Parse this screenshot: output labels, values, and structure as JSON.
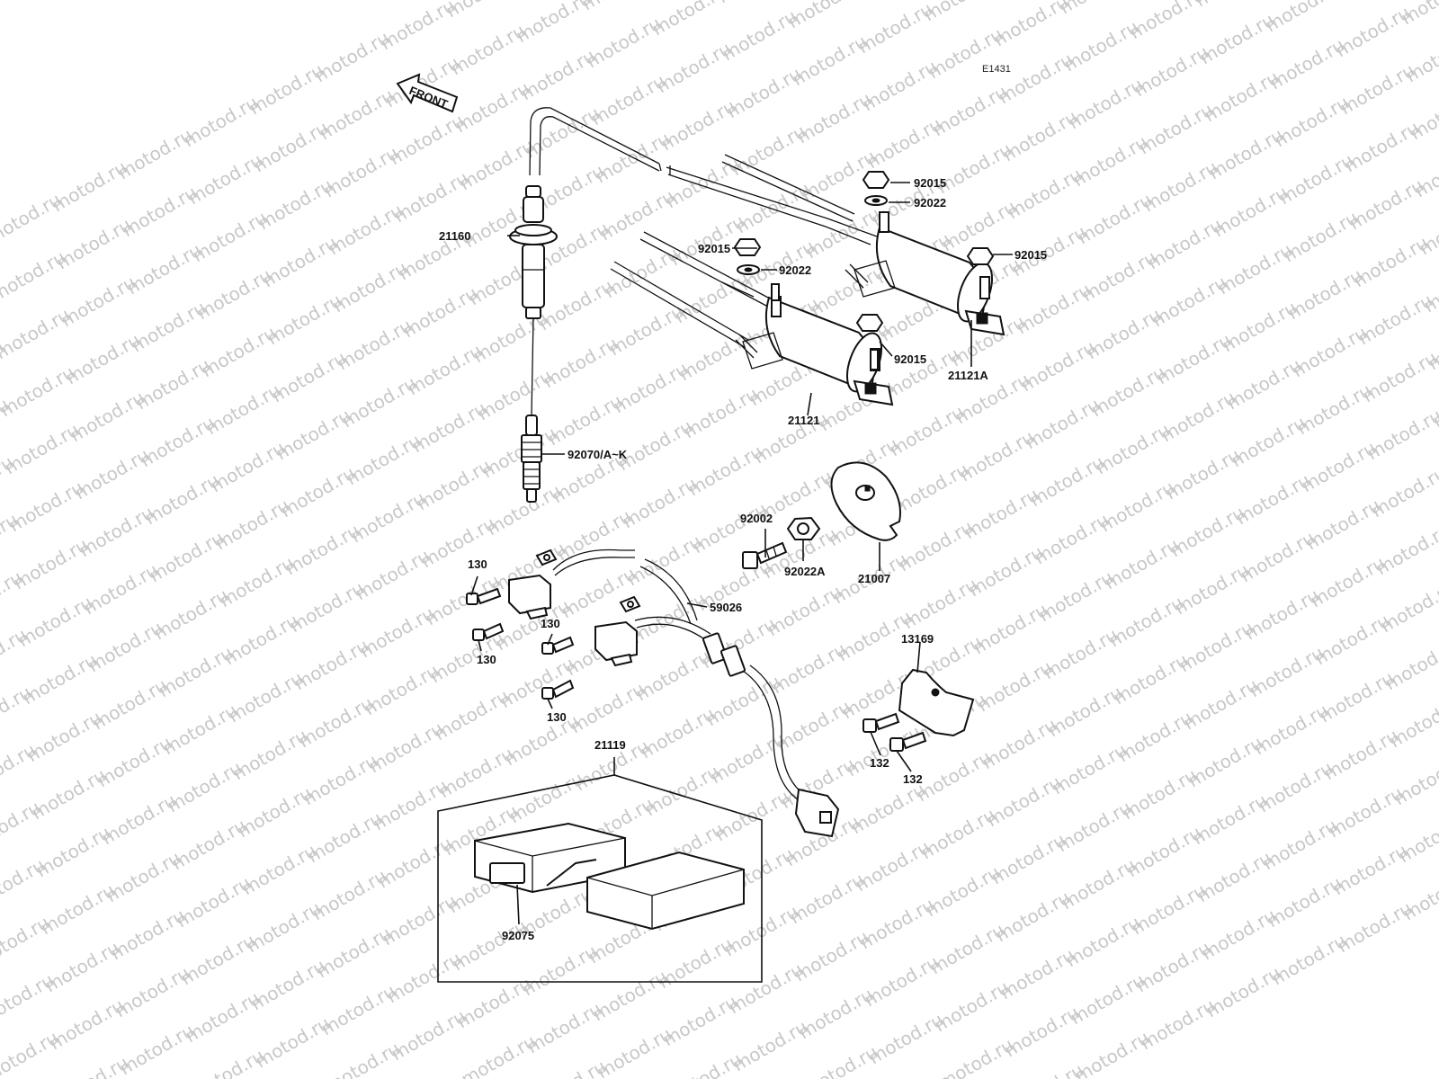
{
  "diagram": {
    "code": "E1431",
    "front_label": "FRONT",
    "watermark": "motod.ru",
    "labels": {
      "spark_plug_cap": "21160",
      "spark_plug": "92070/A~K",
      "nut_top": "92015",
      "washer_top": "92022",
      "nut_left": "92015",
      "washer_left": "92022",
      "nut_right": "92015",
      "nut_lower": "92015",
      "coil_left": "21121",
      "coil_right": "21121A",
      "bolt_timing": "92002",
      "washer_timing": "92022A",
      "timing_plate": "21007",
      "pickup_bolt_1": "130",
      "pickup_bolt_2": "130",
      "pickup_bolt_3": "130",
      "pickup_bolt_4": "130",
      "wiring": "59026",
      "bracket": "13169",
      "bracket_bolt_1": "132",
      "bracket_bolt_2": "132",
      "igniter_set": "21119",
      "igniter_cover": "92075"
    }
  }
}
